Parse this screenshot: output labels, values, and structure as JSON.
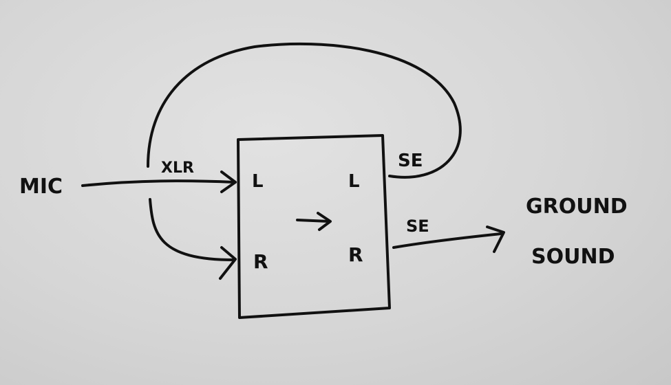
{
  "colors": {
    "ink": "#111111",
    "paper": "#dcdcdc"
  },
  "labels": {
    "mic": "MIC",
    "xlr": "XLR",
    "input_left": "L",
    "input_right": "R",
    "output_left": "L",
    "output_right": "R",
    "se_top": "SE",
    "se_bottom": "SE",
    "center_arrow": "→",
    "output_line1": "GROUND",
    "output_line2": "SOUND"
  }
}
